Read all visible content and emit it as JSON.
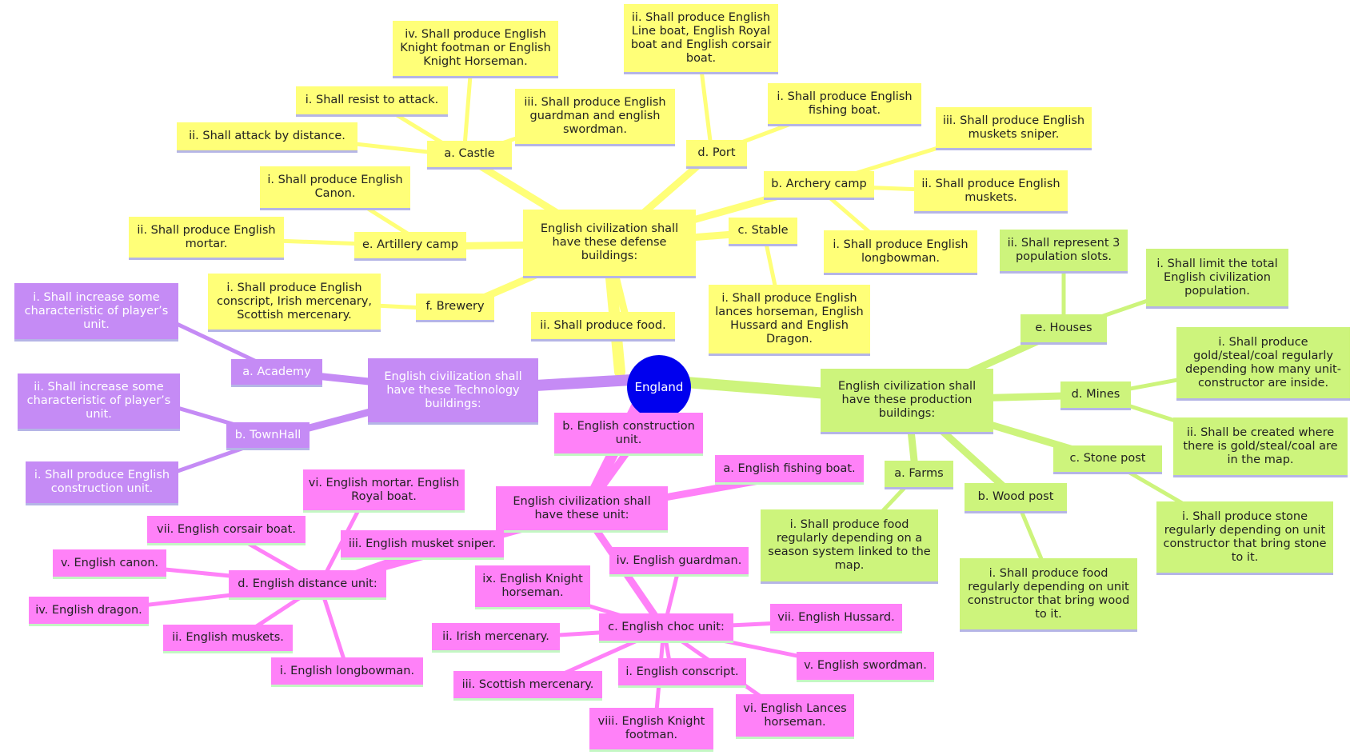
{
  "root": "England",
  "colors": {
    "defense": "#ffff78",
    "production": "#cdf47c",
    "technology": "#c58bf5",
    "unit": "#ff81f8",
    "root": "#0000ee"
  },
  "defense": {
    "title": "English civilization shall have these defense buildings:",
    "food": "ii. Shall produce food.",
    "castle": {
      "label": "a. Castle",
      "resist": "i. Shall resist to attack.",
      "attack": "ii. Shall attack by distance.",
      "guardman": "iii. Shall produce English guardman and english swordman.",
      "knight": "iv. Shall produce English Knight footman or English Knight Horseman."
    },
    "archery": {
      "label": "b. Archery camp",
      "longbowman": "i. Shall produce English longbowman.",
      "muskets": "ii. Shall produce English muskets.",
      "sniper": "iii. Shall produce English muskets sniper."
    },
    "stable": {
      "label": "c. Stable",
      "lances": "i. Shall produce English lances horseman, English Hussard and English Dragon."
    },
    "port": {
      "label": "d. Port",
      "fishing": "i. Shall produce English fishing boat.",
      "line": "ii. Shall produce English Line boat, English Royal boat and English corsair boat."
    },
    "artillery": {
      "label": "e. Artillery camp",
      "canon": "i. Shall produce English Canon.",
      "mortar": "ii. Shall produce English mortar."
    },
    "brewery": {
      "label": "f. Brewery",
      "conscript": "i. Shall produce English conscript, Irish mercenary, Scottish mercenary."
    }
  },
  "technology": {
    "title": "English civilization shall have these Technology buildings:",
    "academy": {
      "label": "a. Academy",
      "increase": "i. Shall increase some characteristic of player’s unit."
    },
    "townhall": {
      "label": "b. TownHall",
      "increase": "ii. Shall increase some characteristic of player’s unit.",
      "construction": "i. Shall produce English construction unit."
    }
  },
  "production": {
    "title": "English civilization shall have these production buildings:",
    "houses": {
      "label": "e. Houses",
      "slots": "ii. Shall represent 3 population slots.",
      "limit": "i. Shall limit the total English civilization population."
    },
    "mines": {
      "label": "d. Mines",
      "gold": "i. Shall produce gold/steal/coal regularly depending how many unit-constructor are inside.",
      "created": "ii. Shall be created where there is gold/steal/coal are in the map."
    },
    "stone": {
      "label": "c. Stone post",
      "produce": "i. Shall produce stone regularly depending on unit constructor that bring stone to it."
    },
    "wood": {
      "label": "b. Wood post",
      "produce": "i. Shall produce food regularly depending on unit constructor that bring wood to it."
    },
    "farms": {
      "label": "a. Farms",
      "produce": "i. Shall produce food regularly depending on a season system linked to the map."
    }
  },
  "units": {
    "title": "English civilization shall have these unit:",
    "construction": "b. English construction unit.",
    "fishing": "a. English fishing boat.",
    "distance": {
      "label": "d. English distance unit:",
      "mortar": "vi. English mortar. English Royal boat.",
      "corsair": "vii. English corsair boat.",
      "sniper": "iii. English musket sniper.",
      "canon": "v. English canon.",
      "dragon": "iv. English dragon.",
      "muskets": "ii. English muskets.",
      "longbowman": "i. English longbowman."
    },
    "choc": {
      "label": "c. English choc unit:",
      "guardman": "iv. English guardman.",
      "knight_horseman": "ix. English Knight horseman.",
      "irish": "ii. Irish mercenary.",
      "hussard": "vii. English Hussard.",
      "swordman": "v. English swordman.",
      "scottish": "iii. Scottish mercenary.",
      "conscript": "i. English conscript.",
      "lances": "vi. English Lances horseman.",
      "knight_footman": "viii. English Knight footman."
    }
  }
}
